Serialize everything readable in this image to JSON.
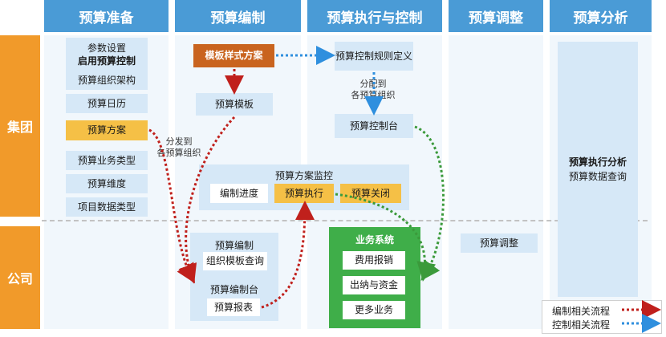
{
  "columns": [
    "预算准备",
    "预算编制",
    "预算执行与控制",
    "预算调整",
    "预算分析"
  ],
  "rows": [
    "集团",
    "公司"
  ],
  "prep": {
    "param_setup": "参数设置",
    "enable_control": "启用预算控制",
    "org_structure": "预算组织架构",
    "calendar": "预算日历",
    "budget_plan": "预算方案",
    "biz_type": "预算业务类型",
    "dimension": "预算维度",
    "project_data_type": "项目数据类型"
  },
  "compile": {
    "template_style": "模板样式方案",
    "template": "预算模板"
  },
  "control": {
    "rule_def": "预算控制规则定义",
    "console": "预算控制台"
  },
  "monitor": {
    "title": "预算方案监控",
    "progress": "编制进度",
    "execution": "预算执行",
    "close": "预算关闭"
  },
  "company_compile": {
    "title": "预算编制",
    "org_template_query": "组织模板查询",
    "console": "预算编制台",
    "report": "预算报表"
  },
  "business": {
    "title": "业务系统",
    "expense": "费用报销",
    "cashier": "出纳与资金",
    "more": "更多业务"
  },
  "adjust": {
    "item": "预算调整"
  },
  "analysis": {
    "title": "预算执行分析",
    "query": "预算数据查询"
  },
  "annotations": {
    "distribute1": "分发到\n各预算组织",
    "distribute2": "分配到\n各预算组织"
  },
  "legend": {
    "compile_flow": "编制相关流程",
    "control_flow": "控制相关流程"
  },
  "colors": {
    "header_blue": "#4a9bd6",
    "row_orange": "#f19a2a",
    "box_blue": "#d6e8f7",
    "highlight_yellow": "#f5c046",
    "template_orange": "#c9641f",
    "business_green": "#3fae49",
    "compile_flow_red": "#c0201c",
    "control_flow_blue": "#2f8fde"
  }
}
